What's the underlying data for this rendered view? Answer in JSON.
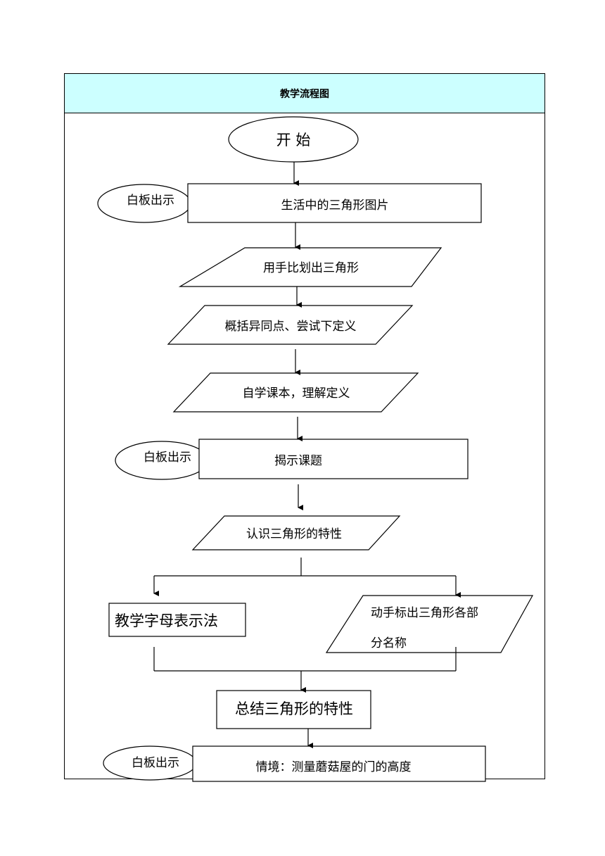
{
  "header": {
    "title": "教学流程图"
  },
  "flow": {
    "start": "开  始",
    "side_label": "白板出示",
    "step1": "生活中的三角形图片",
    "step2": "用手比划出三角形",
    "step3": "概括异同点、尝试下定义",
    "step4": "自学课本，理解定义",
    "step5": "揭示课题",
    "step6": "认识三角形的特性",
    "branch_left": "教学字母表示法",
    "branch_right_line1": "动手标出三角形各部",
    "branch_right_line2": "分名称",
    "step7": "总结三角形的特性",
    "step8": "情境：测量蘑菇屋的门的高度"
  }
}
